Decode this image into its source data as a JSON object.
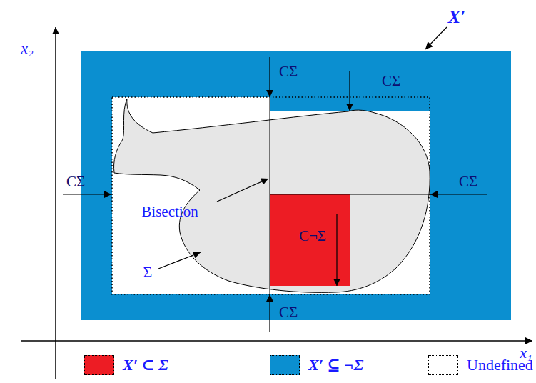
{
  "diagram": {
    "labels": [
      "X′",
      "x₂",
      "CΣ",
      "CΣ",
      "CΣ",
      "CΣ",
      "Bisection",
      "C¬Σ",
      "Σ",
      "CΣ",
      "x₁"
    ],
    "legend": [
      {
        "text": "X′ ⊂ Σ",
        "color": "#ed1c24"
      },
      {
        "text": "X′ ⊆ ¬Σ",
        "color": "#0b8fd0"
      },
      {
        "text": "Undefined"
      }
    ]
  }
}
